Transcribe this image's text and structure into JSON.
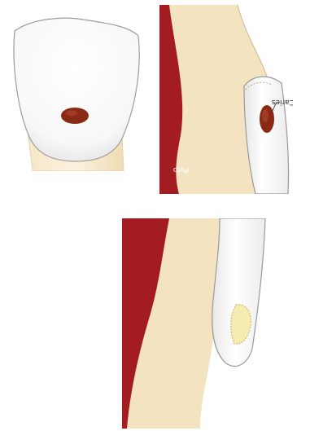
{
  "labels": {
    "caries": "Caries",
    "pulp": "Pulp"
  },
  "colors": {
    "pulp": "#a21c22",
    "dentin": "#f3e3c1",
    "enamel": "#f7f7f7",
    "caries": "#8a2a14",
    "outline": "#9a9a9a",
    "filling": "#f6ebb0"
  },
  "icons": {
    "front_view": "tooth-front-view",
    "cross_section": "tooth-cross-section",
    "restored": "tooth-restored-section"
  }
}
